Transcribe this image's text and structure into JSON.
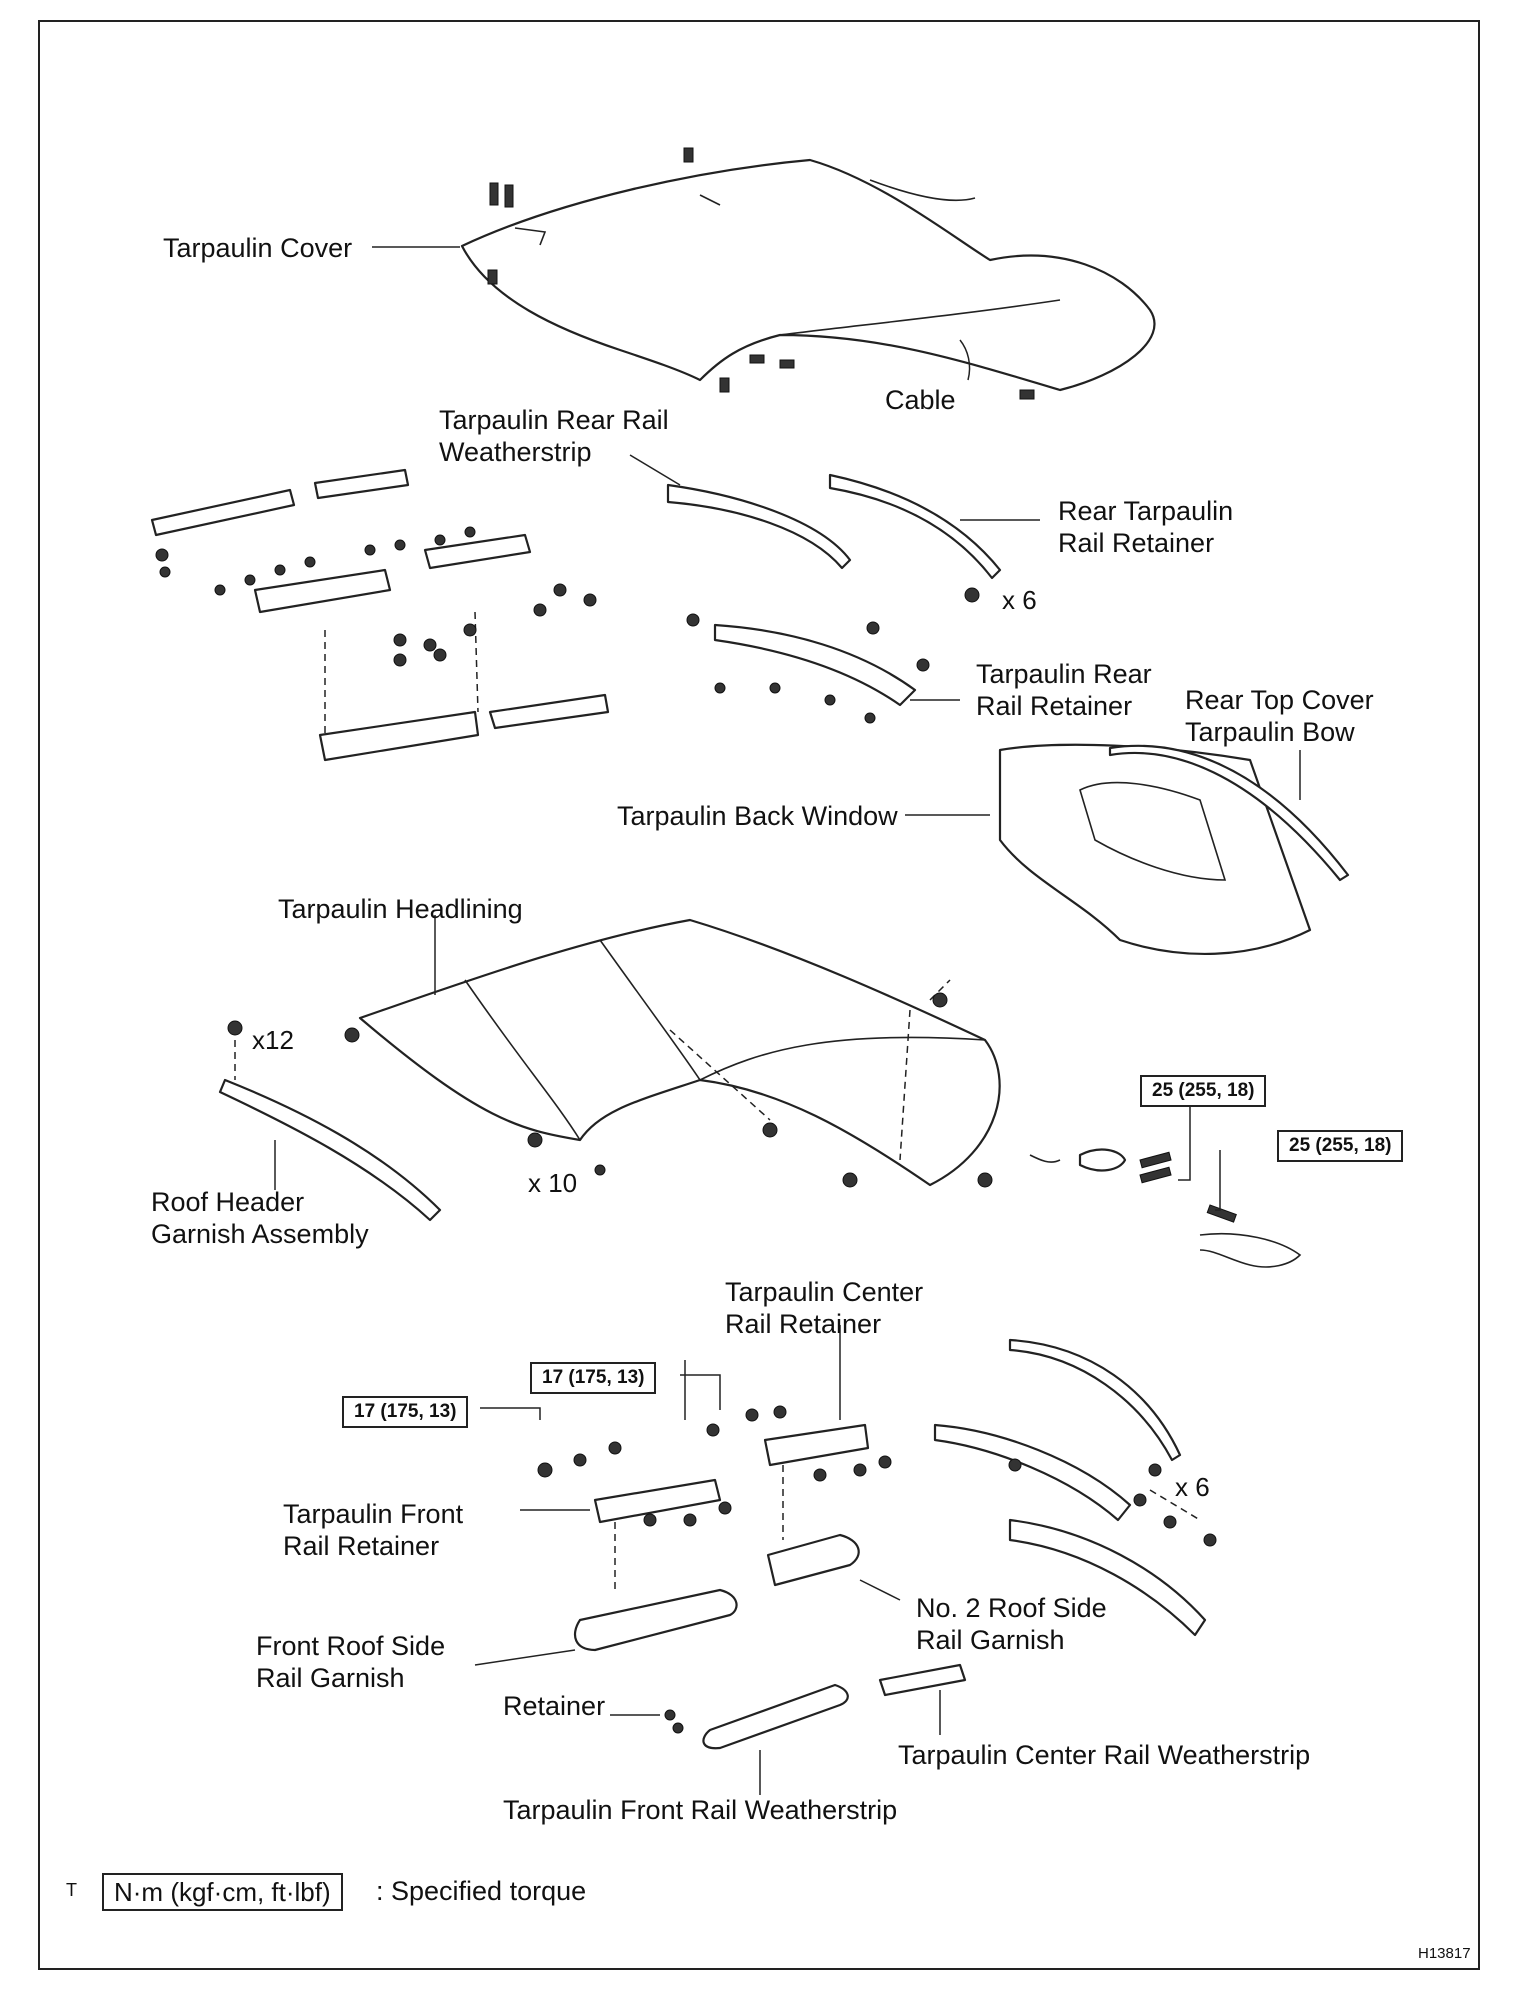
{
  "labels": {
    "tarpaulin_cover": "Tarpaulin Cover",
    "cable": "Cable",
    "rear_rail_weatherstrip": "Tarpaulin Rear Rail\nWeatherstrip",
    "rear_tarpaulin_rail_retainer": "Rear Tarpaulin\nRail Retainer",
    "tarpaulin_rear_rail_retainer": "Tarpaulin Rear\nRail Retainer",
    "rear_top_cover_bow": "Rear Top Cover\nTarpaulin Bow",
    "back_window": "Tarpaulin Back Window",
    "headlining": "Tarpaulin Headlining",
    "roof_header_garnish": "Roof Header\nGarnish Assembly",
    "center_rail_retainer": "Tarpaulin Center\nRail Retainer",
    "front_rail_retainer": "Tarpaulin Front\nRail Retainer",
    "no2_roof_side_garnish": "No. 2 Roof Side\nRail Garnish",
    "front_roof_side_garnish": "Front Roof Side\nRail Garnish",
    "retainer": "Retainer",
    "center_rail_weatherstrip": "Tarpaulin Center Rail Weatherstrip",
    "front_rail_weatherstrip": "Tarpaulin Front Rail Weatherstrip"
  },
  "counts": {
    "x6_upper": "x 6",
    "x12": "x12",
    "x10": "x 10",
    "x6_lower": "x 6"
  },
  "torques": {
    "t1": "25 (255, 18)",
    "t2": "25 (255, 18)",
    "t3": "17 (175, 13)",
    "t4": "17 (175, 13)"
  },
  "legend": {
    "marker": "T",
    "unit": "N·m (kgf·cm, ft·lbf)",
    "text": ": Specified torque"
  },
  "figure_id": "H13817"
}
